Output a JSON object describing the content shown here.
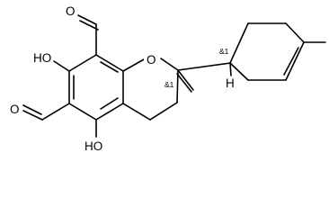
{
  "atoms": {
    "o_ring": "O",
    "o_ald_top": "O",
    "o_ald_left": "O",
    "oh_top": "HO",
    "oh_bottom": "HO",
    "h_stereo": "H"
  },
  "stereo_labels": {
    "c2": "&1",
    "c1_prime": "&1"
  }
}
